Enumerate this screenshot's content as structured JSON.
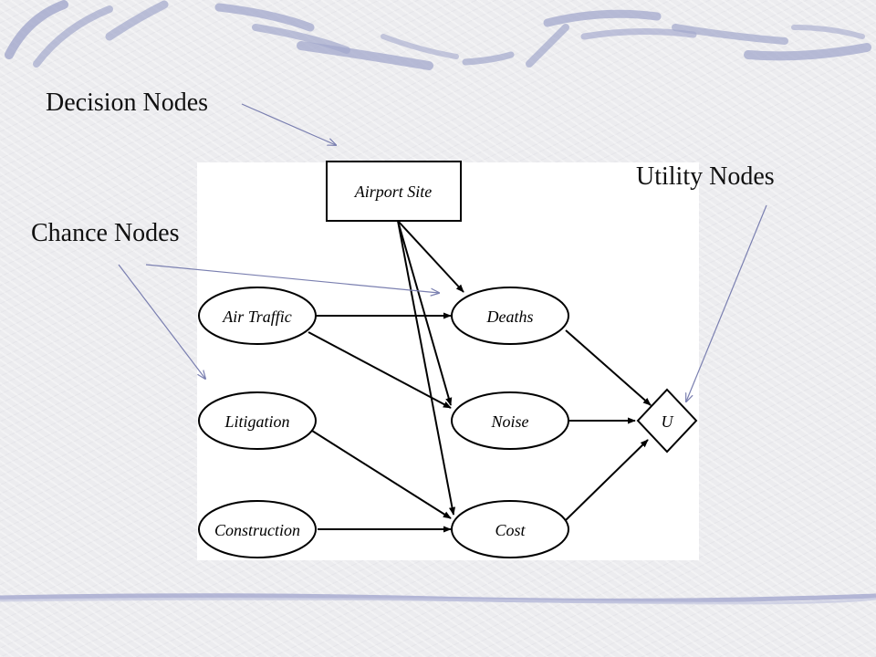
{
  "slide": {
    "callouts": {
      "decision": "Decision Nodes",
      "chance": "Chance Nodes",
      "utility": "Utility Nodes"
    }
  },
  "diagram": {
    "nodes": {
      "airport_site": "Airport Site",
      "air_traffic": "Air Traffic",
      "litigation": "Litigation",
      "construction": "Construction",
      "deaths": "Deaths",
      "noise": "Noise",
      "cost": "Cost",
      "utility": "U"
    },
    "edges": [
      [
        "airport_site",
        "deaths"
      ],
      [
        "airport_site",
        "noise"
      ],
      [
        "airport_site",
        "cost"
      ],
      [
        "air_traffic",
        "deaths"
      ],
      [
        "air_traffic",
        "noise"
      ],
      [
        "litigation",
        "cost"
      ],
      [
        "construction",
        "cost"
      ],
      [
        "deaths",
        "utility"
      ],
      [
        "noise",
        "utility"
      ],
      [
        "cost",
        "utility"
      ]
    ]
  },
  "colors": {
    "band_stroke": "#9aa0c8",
    "callout_arrow": "#7a7fb0",
    "diagram_stroke": "#000000"
  }
}
